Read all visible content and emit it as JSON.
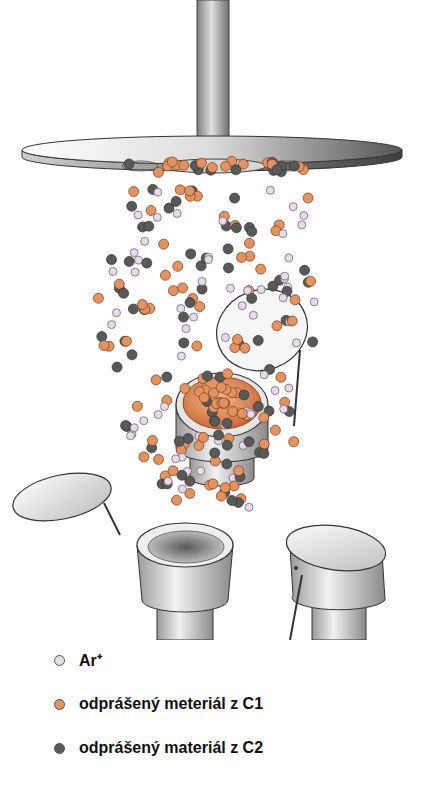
{
  "diagram": {
    "legend": [
      {
        "text": "Ar⁺",
        "color": "#ead9ee"
      },
      {
        "text": "odprášený meteriál z C1",
        "color": "#e3935f"
      },
      {
        "text": "odprášený materiál z C2",
        "color": "#595959"
      }
    ]
  }
}
